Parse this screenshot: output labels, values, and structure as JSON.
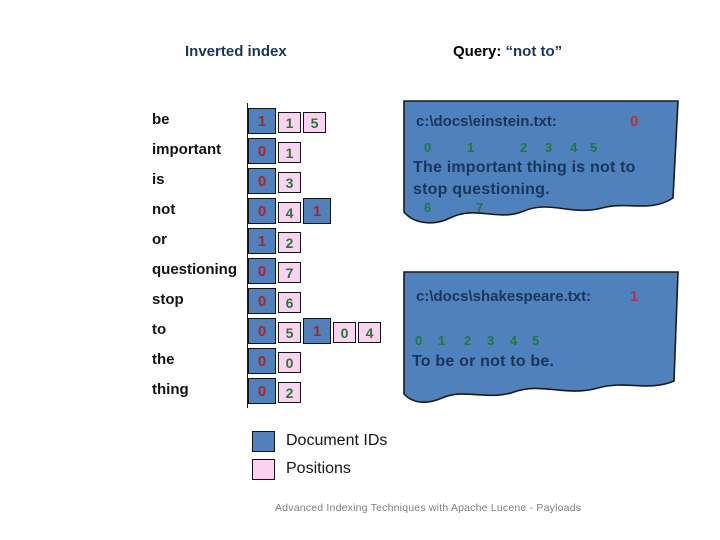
{
  "slide": {
    "title_left": "Inverted index",
    "query_label": "Query: ",
    "query_value": "“not to”",
    "footer": "Advanced Indexing Techniques with Apache Lucene - Payloads"
  },
  "inverted_index": {
    "rows": [
      {
        "term": "be",
        "cells": [
          {
            "type": "doc",
            "value": "1"
          },
          {
            "type": "pos",
            "value": "1"
          },
          {
            "type": "pos",
            "value": "5"
          }
        ]
      },
      {
        "term": "important",
        "cells": [
          {
            "type": "doc",
            "value": "0"
          },
          {
            "type": "pos",
            "value": "1"
          }
        ]
      },
      {
        "term": "is",
        "cells": [
          {
            "type": "doc",
            "value": "0"
          },
          {
            "type": "pos",
            "value": "3"
          }
        ]
      },
      {
        "term": "not",
        "cells": [
          {
            "type": "doc",
            "value": "0"
          },
          {
            "type": "pos",
            "value": "4"
          },
          {
            "type": "doc",
            "value": "1"
          }
        ]
      },
      {
        "term": "or",
        "cells": [
          {
            "type": "doc",
            "value": "1"
          },
          {
            "type": "pos",
            "value": "2"
          }
        ]
      },
      {
        "term": "questioning",
        "cells": [
          {
            "type": "doc",
            "value": "0"
          },
          {
            "type": "pos",
            "value": "7"
          }
        ]
      },
      {
        "term": "stop",
        "cells": [
          {
            "type": "doc",
            "value": "0"
          },
          {
            "type": "pos",
            "value": "6"
          }
        ]
      },
      {
        "term": "to",
        "cells": [
          {
            "type": "doc",
            "value": "0"
          },
          {
            "type": "pos",
            "value": "5"
          },
          {
            "type": "doc",
            "value": "1"
          },
          {
            "type": "pos",
            "value": "0"
          },
          {
            "type": "pos",
            "value": "4"
          }
        ]
      },
      {
        "term": "the",
        "cells": [
          {
            "type": "doc",
            "value": "0"
          },
          {
            "type": "pos",
            "value": "0"
          }
        ]
      },
      {
        "term": "thing",
        "cells": [
          {
            "type": "doc",
            "value": "0"
          },
          {
            "type": "pos",
            "value": "2"
          }
        ]
      }
    ]
  },
  "documents": [
    {
      "path": "c:\\docs\\einstein.txt:",
      "doc_id": "0",
      "positions_top": [
        "0",
        "1",
        "2",
        "3",
        "4",
        "5"
      ],
      "lines": [
        "The important thing is not to",
        "stop questioning."
      ],
      "positions_bottom": [
        "6",
        "7"
      ]
    },
    {
      "path": "c:\\docs\\shakespeare.txt:",
      "doc_id": "1",
      "positions_top": [
        "0",
        "1",
        "2",
        "3",
        "4",
        "5"
      ],
      "lines": [
        "To be or not to be."
      ],
      "positions_bottom": []
    }
  ],
  "legend": [
    {
      "swatch": "doc",
      "label": "Document IDs"
    },
    {
      "swatch": "pos",
      "label": "Positions"
    }
  ],
  "colors": {
    "document_blue": "#4F81BD",
    "position_pink": "#FBD2F0",
    "doc_id_red": "#B22222",
    "position_green": "#1E7B33",
    "text_navy": "#17365D"
  }
}
